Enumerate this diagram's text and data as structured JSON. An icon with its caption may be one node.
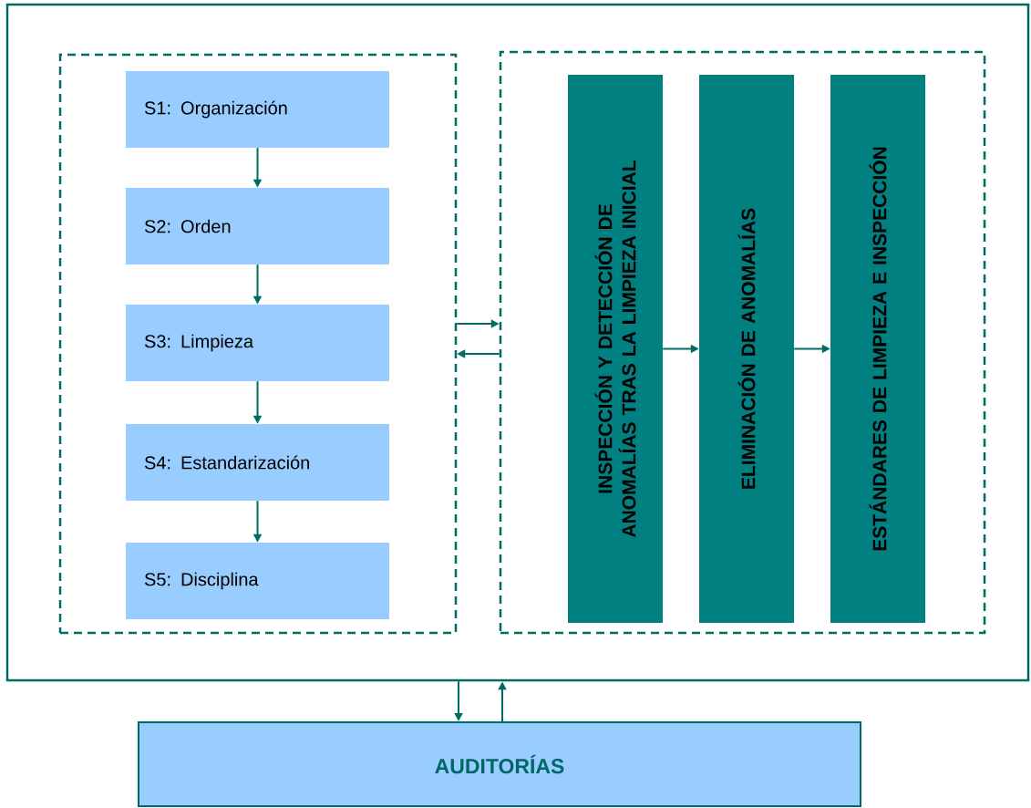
{
  "diagram": {
    "nodes": [
      {
        "text": [],
        "shape": "box"
      },
      {
        "text": [],
        "shape": "box",
        "in": 0
      },
      {
        "text": [
          "S1: Organización"
        ],
        "in": 1
      },
      {
        "text": [
          "S2: Orden"
        ],
        "in": 1
      },
      {
        "text": [
          "S3: Limpieza"
        ],
        "in": 1
      },
      {
        "text": [
          "S4: Estandarización"
        ],
        "in": 1
      },
      {
        "text": [
          "S5: Disciplina"
        ],
        "in": 1
      },
      {
        "text": [],
        "shape": "box",
        "in": 0
      },
      {
        "text": [
          "INSPECCIÓN Y DETECCIÓN DE ANOMALÍAS TRAS LA LIMPIEZA INICIAL"
        ],
        "in": 7
      },
      {
        "text": [
          "ELIMINACIÓN DE ANOMALÍAS"
        ],
        "in": 7
      },
      {
        "text": [
          "ESTÁNDARES DE LIMPIEZA E INSPECCIÓN"
        ],
        "in": 7
      },
      {
        "text": [
          "AUDITORÍAS"
        ]
      }
    ],
    "edges": [
      {
        "from": 2,
        "to": 3,
        "arrow": "to"
      },
      {
        "from": 3,
        "to": 4,
        "arrow": "to"
      },
      {
        "from": 4,
        "to": 5,
        "arrow": "to"
      },
      {
        "from": 5,
        "to": 6,
        "arrow": "to"
      },
      {
        "from": 1,
        "to": 7,
        "arrow": "to"
      },
      {
        "from": 7,
        "to": 1,
        "arrow": "to"
      },
      {
        "from": 8,
        "to": 9,
        "arrow": "to"
      },
      {
        "from": 9,
        "to": 10,
        "arrow": "to"
      },
      {
        "from": 0,
        "to": 11,
        "arrow": "to"
      },
      {
        "from": 11,
        "to": 0,
        "arrow": "to"
      }
    ]
  }
}
